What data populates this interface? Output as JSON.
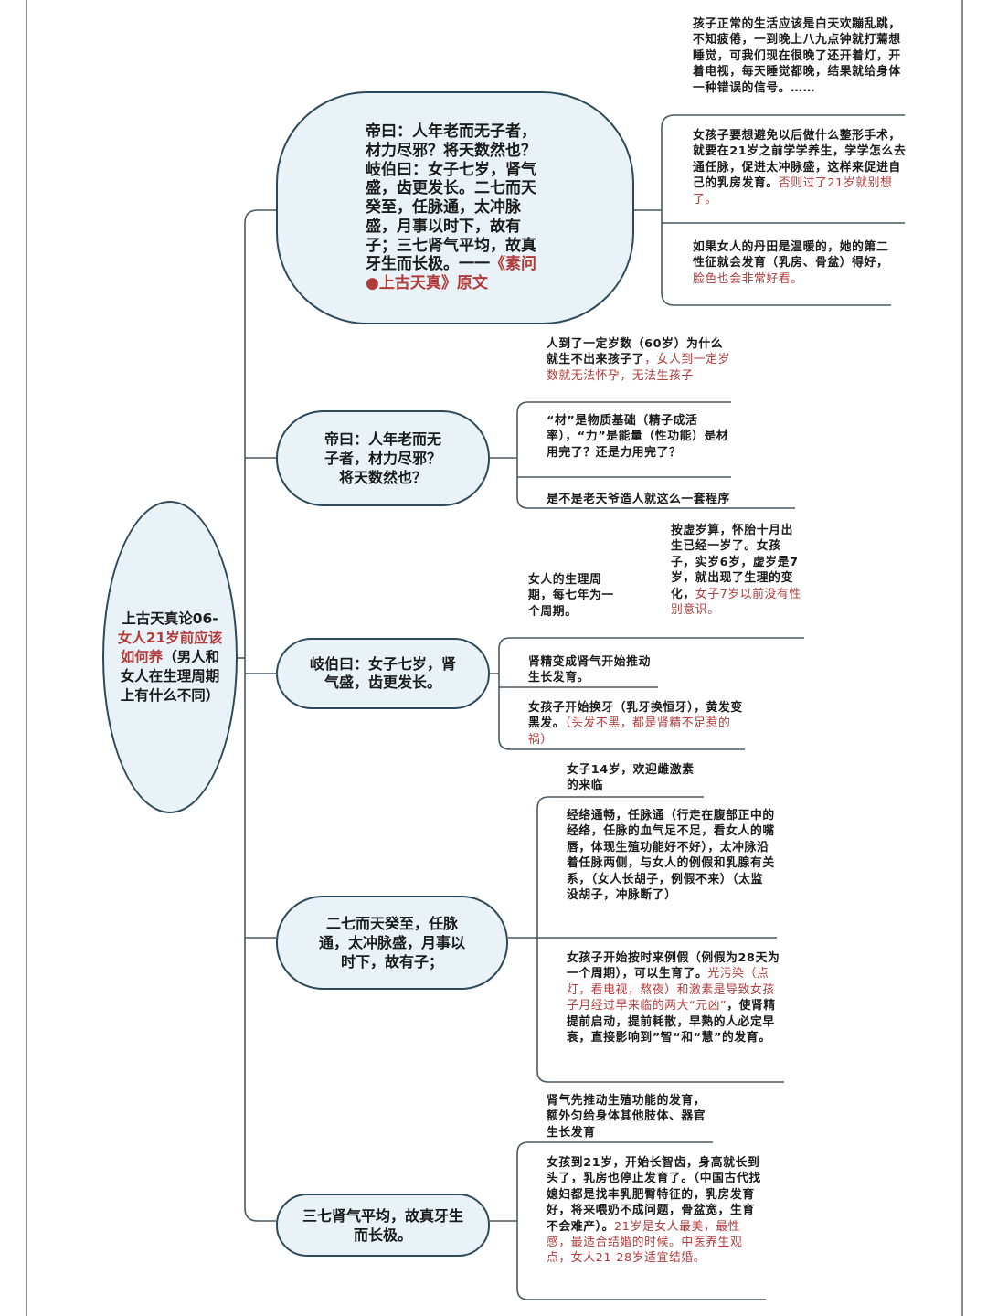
{
  "root": {
    "text1": "上古天真论06-",
    "text_red": "女人21岁前应该如何养",
    "text2": "（男人和女人在生理周期上有什么不同）"
  },
  "n1": {
    "text": "帝曰：人年老而无子者，材力尽邪？将天数然也？岐伯曰：女子七岁，肾气盛，齿更发长。二七而天癸至，任脉通，太冲脉盛，月事以时下，故有子；三七肾气平均，故真牙生而长极。一一",
    "source": "《素问●上古天真》原文"
  },
  "n2": {
    "text": "帝曰：人年老而无子者，材力尽邪？将天数然也？"
  },
  "n3": {
    "text": "岐伯曰：女子七岁，肾气盛，齿更发长。"
  },
  "n4": {
    "text": "二七而天癸至，任脉通，太冲脉盛，月事以时下，故有子；"
  },
  "n5": {
    "text": "三七肾气平均，故真牙生而长极。"
  },
  "leaves": {
    "l1": {
      "text": "孩子正常的生活应该是白天欢蹦乱跳，不知疲倦，一到晚上八九点钟就打蔫想睡觉，可我们现在很晚了还开着灯，开着电视，每天睡觉都晚，结果就给身体一种错误的信号。……"
    },
    "l2": {
      "text": "女孩子要想避免以后做什么整形手术，就要在21岁之前学学养生，学学怎么去通任脉，促进太冲脉盛，这样来促进自己的乳房发育。",
      "red": "否则过了21岁就别想了。"
    },
    "l3": {
      "text": "如果女人的丹田是温暖的，她的第二性征就会发育（乳房、骨盆）得好，",
      "red": "脸色也会非常好看。"
    },
    "l4": {
      "text": "人到了一定岁数（60岁）为什么就生不出来孩子了",
      "red": "，女人到一定岁数就无法怀孕，无法生孩子"
    },
    "l5": {
      "text": "“材”是物质基础（精子成活率），“力”是能量（性功能）是材用完了？还是力用完了？"
    },
    "l6": {
      "text": "是不是老天爷造人就这么一套程序"
    },
    "l7": {
      "text": "按虚岁算，怀胎十月出生已经一岁了。女孩子，实岁6岁，虚岁是7岁，就出现了生理的变化，",
      "red": "女子7岁以前没有性别意识。"
    },
    "l8": {
      "text": "女人的生理周期，每七年为一个周期。"
    },
    "l9": {
      "text": "肾精变成肾气开始推动生长发育。"
    },
    "l10": {
      "text": "女孩子开始换牙（乳牙换恒牙），黄发变黑发。",
      "red": "（头发不黑，都是肾精不足惹的祸）"
    },
    "l11": {
      "text": "女子14岁，欢迎雌激素的来临"
    },
    "l12": {
      "text": "经络通畅，任脉通（行走在腹部正中的经络，任脉的血气足不足，看女人的嘴唇，体现生殖功能好不好），太冲脉沿着任脉两侧，与女人的例假和乳腺有关系，（女人长胡子，例假不来）（太监没胡子，冲脉断了）"
    },
    "l13": {
      "text": "女孩子开始按时来例假（例假为28天为一个周期），可以生育了。",
      "red": "光污染（点灯，看电视，熬夜）和激素是导致女孩子月经过早来临的两大“元凶”",
      "text2": "，使肾精提前启动，提前耗散，早熟的人必定早衰，直接影响到”智“和“慧”的发育。"
    },
    "l14": {
      "text": "肾气先推动生殖功能的发育，额外匀给身体其他肢体、器官生长发育"
    },
    "l15": {
      "text": "女孩到21岁，开始长智齿，身高就长到头了，乳房也停止发育了。（中国古代找媳妇都是找丰乳肥臀特征的，乳房发育好，将来喂奶不成问题，骨盆宽，生育不会难产）。",
      "red": "21岁是女人最美，最性感，最适合结婚的时候。中医养生观点，女人21-28岁适宜结婚。"
    }
  },
  "colors": {
    "node_fill": "#e9f3f7",
    "node_border": "#2e4a5a",
    "accent_red": "#b23b3b",
    "line": "#4a5a62"
  }
}
